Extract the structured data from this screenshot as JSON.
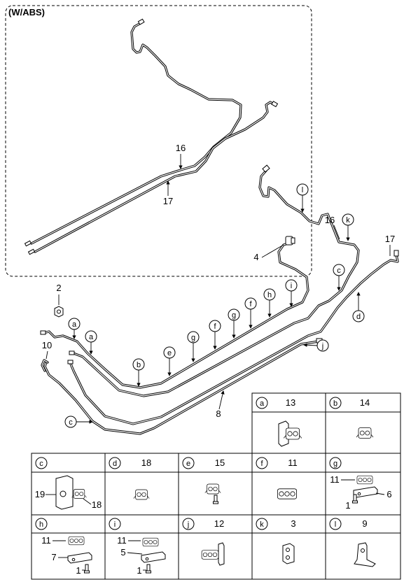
{
  "inset": {
    "label": "(W/ABS)",
    "callout_16": "16",
    "callout_17": "17"
  },
  "numbers": {
    "n2": "2",
    "n4": "4",
    "n8": "8",
    "n10": "10",
    "n16": "16",
    "n17": "17"
  },
  "callouts": [
    "l",
    "k",
    "c",
    "i",
    "h",
    "f",
    "g",
    "f",
    "g",
    "e",
    "b",
    "a",
    "a",
    "d",
    "j",
    "c"
  ],
  "table": {
    "cells": [
      {
        "letter": "a",
        "part": "13"
      },
      {
        "letter": "b",
        "part": "14"
      },
      {
        "letter": "c",
        "labels": [
          "19",
          "18"
        ]
      },
      {
        "letter": "d",
        "part": "18"
      },
      {
        "letter": "e",
        "part": "15"
      },
      {
        "letter": "f",
        "part": "11"
      },
      {
        "letter": "g",
        "labels": [
          "11",
          "1",
          "6"
        ]
      },
      {
        "letter": "h",
        "labels": [
          "11",
          "7",
          "1"
        ]
      },
      {
        "letter": "i",
        "labels": [
          "11",
          "5",
          "1"
        ]
      },
      {
        "letter": "j",
        "part": "12"
      },
      {
        "letter": "k",
        "part": "3"
      },
      {
        "letter": "l",
        "part": "9"
      }
    ]
  }
}
